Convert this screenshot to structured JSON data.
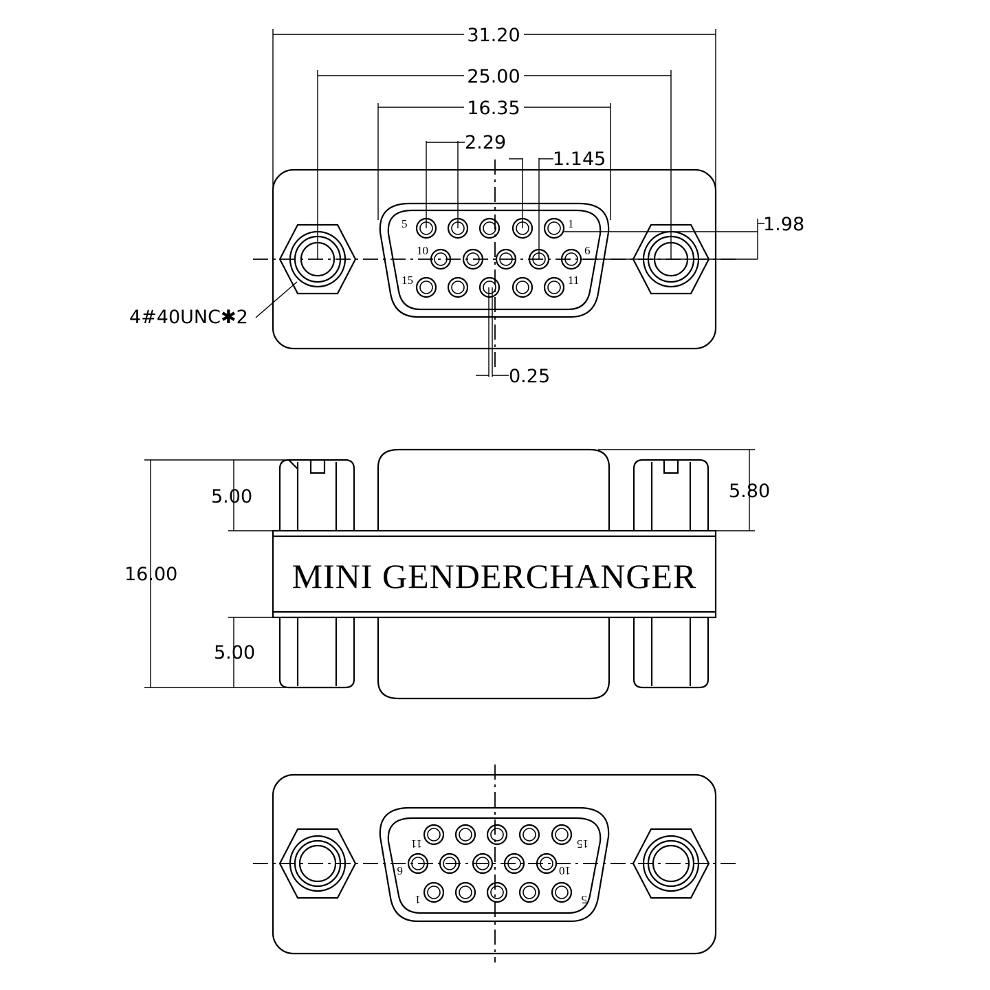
{
  "dimensions": {
    "overall_width": "31.20",
    "screw_spacing": "25.00",
    "shell_width": "16.35",
    "pin_pitch": "2.29",
    "half_pitch": "1.145",
    "row_offset": "1.98",
    "pin_offset": "0.25",
    "thread_note": "4#40UNC✱2",
    "top_height": "5.00",
    "bottom_height": "5.00",
    "total_height": "16.00",
    "shell_height": "5.80"
  },
  "body_label": "MINI GENDERCHANGER",
  "pins_front": {
    "row1_left": "5",
    "row1_right": "1",
    "row2_left": "10",
    "row2_right": "6",
    "row3_left": "15",
    "row3_right": "11"
  },
  "pins_rear": {
    "row1_left": "11",
    "row1_right": "15",
    "row2_left": "6",
    "row2_right": "10",
    "row3_left": "1",
    "row3_right": "5"
  }
}
